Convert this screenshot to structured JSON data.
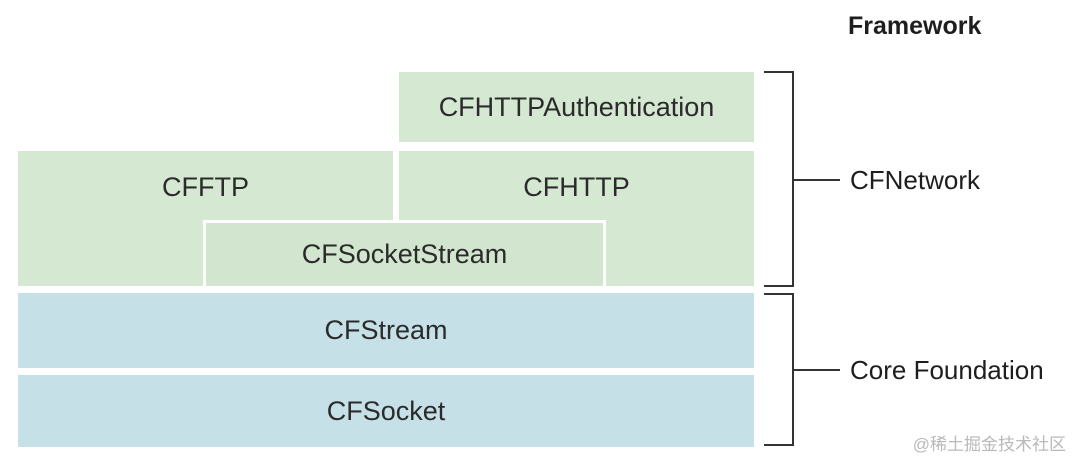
{
  "header": {
    "title": "Framework"
  },
  "layers": {
    "cfhttp_authentication": "CFHTTPAuthentication",
    "cfftp": "CFFTP",
    "cfhttp": "CFHTTP",
    "cfsocketstream": "CFSocketStream",
    "cfstream": "CFStream",
    "cfsocket": "CFSocket"
  },
  "groups": {
    "cfnetwork": "CFNetwork",
    "core_foundation": "Core Foundation"
  },
  "watermark": "@稀土掘金技术社区",
  "colors": {
    "network_fill": "#d5e8d2",
    "foundation_fill": "#c6e0e8",
    "bracket": "#333333"
  }
}
